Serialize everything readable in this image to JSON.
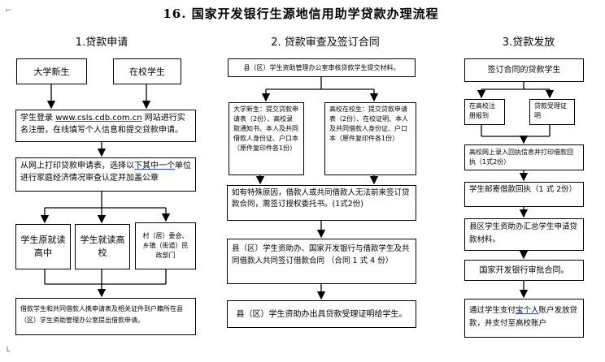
{
  "title": "16. 国家开发银行生源地信用助学贷款办理流程",
  "columns": [
    {
      "title": "1.贷款申请",
      "boxes": {
        "new_student": "大学新生",
        "current_student": "在校学生",
        "register_pre": "学生登录",
        "register_url": "www.csls.cdb.com.cn",
        "register_post": "网站进行实名注册，在线填写个人信息和提交贷款申请。",
        "print_form_a": "从网上打印贷款申请表，选择以",
        "print_form_b": "下其中一个",
        "print_form_c": "单位进行家庭经济情况审查认定并加盖公章",
        "high_school": "学生原就读高中",
        "university": "学生就读高校",
        "village": "村（居）委会、乡镇（街道）民政部门",
        "submit": "借款学生和共同借款人携申请表及相关证件到户籍所在县（区）学生资助管理办公室提出借款申请。"
      }
    },
    {
      "title": "2. 贷款审查及签订合同",
      "boxes": {
        "submit_materials": "县（区）学生资助管理办公室审核贷款学生提交材料。",
        "new_materials": "大学新生：提交贷款申请表（2份）、高校录取通知书、本人及共同借款人身份证、户口本（原件复印件各1份）",
        "current_materials": "高校在校生：提交贷款申请表（2份）、在校证明、本人及共同借款人身份证、户口本（原件复印件各1份）",
        "special": "如有特殊原因，借款人或共同借款人无法前来签订贷款合同，需签订授权委托书。(1式2份)",
        "contract": "县（区）学生资助办、国家开发银行与借款学生及共同借款人共同签订借款合同 （合同 1 式 4 份）",
        "certificate": "县（区）学生资助办出具贷款受理证明给学生。"
      }
    },
    {
      "title": "3.贷款发放",
      "boxes": {
        "signed": "签订合同的贷款学生",
        "report": "在高校注册报到",
        "receipt": "贷款受理证明",
        "print_receipt": "高校网上录入回执信息并打印借款回执（1式2份）",
        "mail": "学生邮寄借款回执（1 式 2份）",
        "summary": "县区学生资助办汇总学生申请贷款材料。",
        "approve": "国家开发银行审批合同。",
        "disburse_a": "通过学生支付",
        "disburse_b": "宝个人",
        "disburse_c": "账户发放贷款，并支付至高校账户"
      }
    }
  ],
  "side_marks": {
    "left": "⌐",
    "bottom": "└"
  }
}
